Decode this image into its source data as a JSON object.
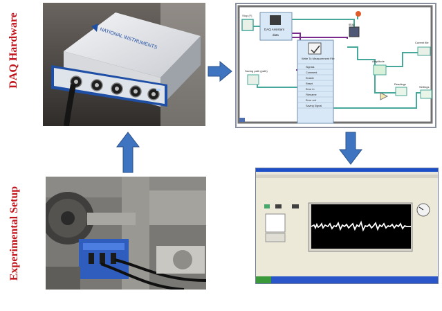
{
  "labels": {
    "hardware": "DAQ Hardware",
    "experimental": "Experimental Setup"
  },
  "daq_device": {
    "brand_text": "NATIONAL INSTRUMENTS"
  },
  "block_diagram": {
    "nodes": [
      {
        "id": "daq_assistant",
        "label": "DAQ Assistant",
        "sub": "data"
      },
      {
        "id": "write_file",
        "label": "Write To Measurement File",
        "terminals": [
          "Signals",
          "Comment",
          "Enable",
          "Reset",
          "Error in",
          "Filename",
          "Error out",
          "Saving Signal"
        ]
      },
      {
        "id": "stop",
        "label": "stop"
      },
      {
        "id": "current_file",
        "label": "Current file"
      },
      {
        "id": "saving_path",
        "label": "Saving path (path)"
      },
      {
        "id": "amplitude",
        "label": "Amplitude"
      },
      {
        "id": "readings",
        "label": "Readings"
      },
      {
        "id": "settings",
        "label": "Settings"
      }
    ]
  },
  "arrows": [
    {
      "id": "right",
      "color": "#3f74c0"
    },
    {
      "id": "down",
      "color": "#3f74c0"
    },
    {
      "id": "up",
      "color": "#3f74c0"
    }
  ],
  "colors": {
    "label_red": "#c0141c",
    "arrow_blue": "#3f74c0",
    "wire_purple": "#7a2a8c",
    "wire_teal": "#46a89a",
    "waveform_bg": "#000000",
    "waveform_line": "#ffffff"
  }
}
